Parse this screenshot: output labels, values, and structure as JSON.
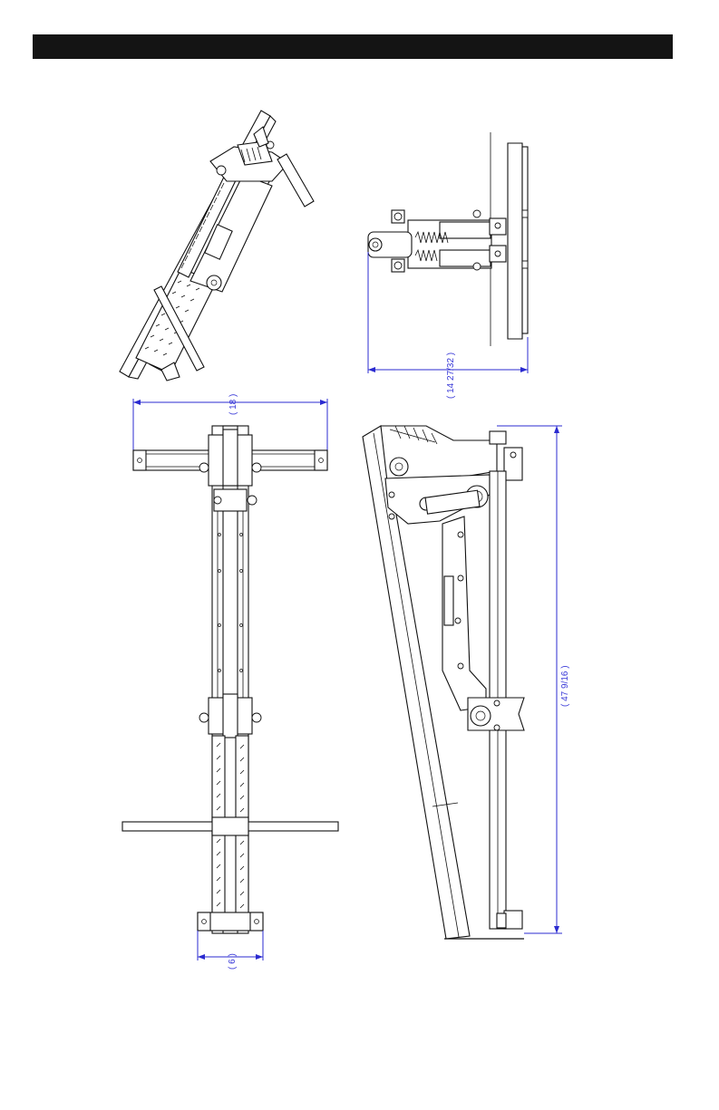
{
  "header": {
    "title": ""
  },
  "dimensions": {
    "side_depth": "( 14 27/32 )",
    "top_width": "( 18 )",
    "bottom_width": "( 6 )",
    "side_height": "( 47 9/16 )"
  },
  "colors": {
    "dimension": "#2b2bd0",
    "header": "#141414"
  }
}
